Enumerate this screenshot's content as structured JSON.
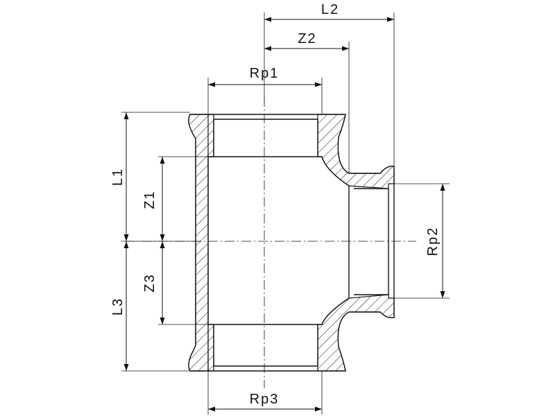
{
  "labels": {
    "L2": "L2",
    "Z2": "Z2",
    "Rp1": "Rp1",
    "L1": "L1",
    "Z1": "Z1",
    "Z3": "Z3",
    "L3": "L3",
    "Rp2": "Rp2",
    "Rp3": "Rp3"
  },
  "colors": {
    "line": "#111111",
    "background": "#ffffff"
  }
}
